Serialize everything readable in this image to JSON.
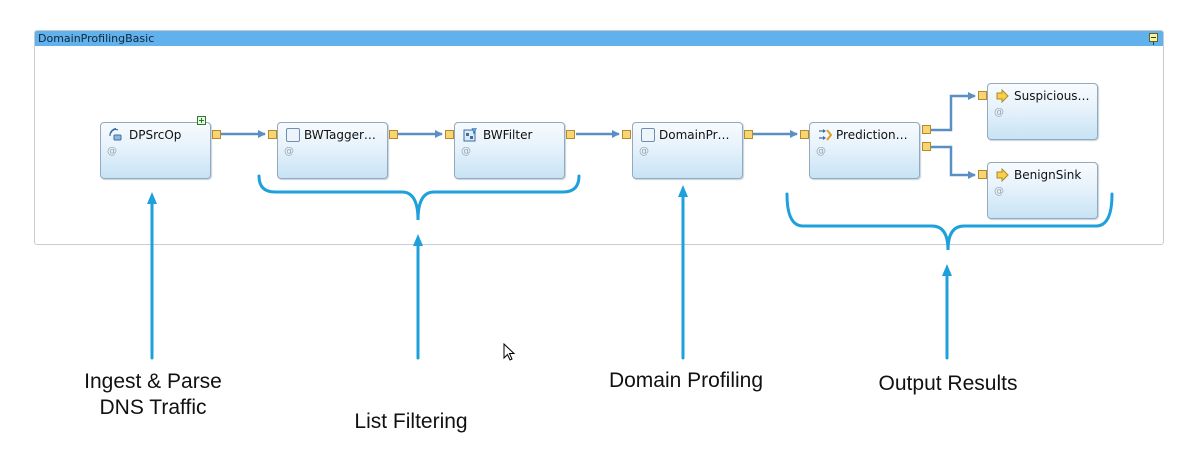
{
  "composite": {
    "title": "DomainProfilingBasic",
    "collapse_icon": "collapse-icon"
  },
  "operators": [
    {
      "id": "dpsrcop",
      "label": "DPSrcOp",
      "at": "@",
      "icon": "source-operator-icon"
    },
    {
      "id": "bwtagger",
      "label": "BWTagger…",
      "at": "@",
      "icon": "operator-icon"
    },
    {
      "id": "bwfilter",
      "label": "BWFilter",
      "at": "@",
      "icon": "filter-operator-icon"
    },
    {
      "id": "domainpr",
      "label": "DomainPr…",
      "at": "@",
      "icon": "operator-icon"
    },
    {
      "id": "prediction",
      "label": "Prediction…",
      "at": "@",
      "icon": "function-operator-icon"
    },
    {
      "id": "suspicious",
      "label": "Suspicious…",
      "at": "@",
      "icon": "sink-operator-icon"
    },
    {
      "id": "benignsink",
      "label": "BenignSink",
      "at": "@",
      "icon": "sink-operator-icon"
    }
  ],
  "annotations": [
    {
      "id": "ingest",
      "text": "Ingest & Parse\nDNS Traffic"
    },
    {
      "id": "listfilter",
      "text": "List Filtering"
    },
    {
      "id": "domainprofiling",
      "text": "Domain Profiling"
    },
    {
      "id": "output",
      "text": "Output Results"
    }
  ],
  "colors": {
    "titlebar": "#60b1ec",
    "annotation": "#1ea0dc",
    "stream": "#5b8fc4",
    "port": "#f8d572"
  }
}
